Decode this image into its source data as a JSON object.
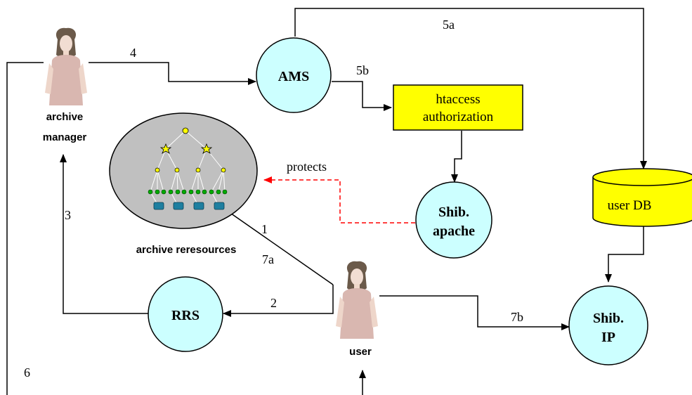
{
  "nodes": {
    "ams": "AMS",
    "htaccess_line1": "htaccess",
    "htaccess_line2": "authorization",
    "user_db": "user DB",
    "shib_apache_line1": "Shib.",
    "shib_apache_line2": "apache",
    "rrs": "RRS",
    "shib_ip_line1": "Shib.",
    "shib_ip_line2": "IP"
  },
  "actors": {
    "archive_manager_line1": "archive",
    "archive_manager_line2": "manager",
    "user": "user",
    "archive_resources": "archive reresources"
  },
  "edges": {
    "e4": "4",
    "e5a": "5a",
    "e5b": "5b",
    "e3": "3",
    "e1": "1",
    "e7a": "7a",
    "e2": "2",
    "e7b": "7b",
    "e6": "6",
    "protects": "protects"
  },
  "colors": {
    "circle_fill": "#ccffff",
    "box_fill": "#ffff00",
    "cloud_fill": "#c0c0c0",
    "protects_line": "#ff0000",
    "line": "#000000"
  }
}
